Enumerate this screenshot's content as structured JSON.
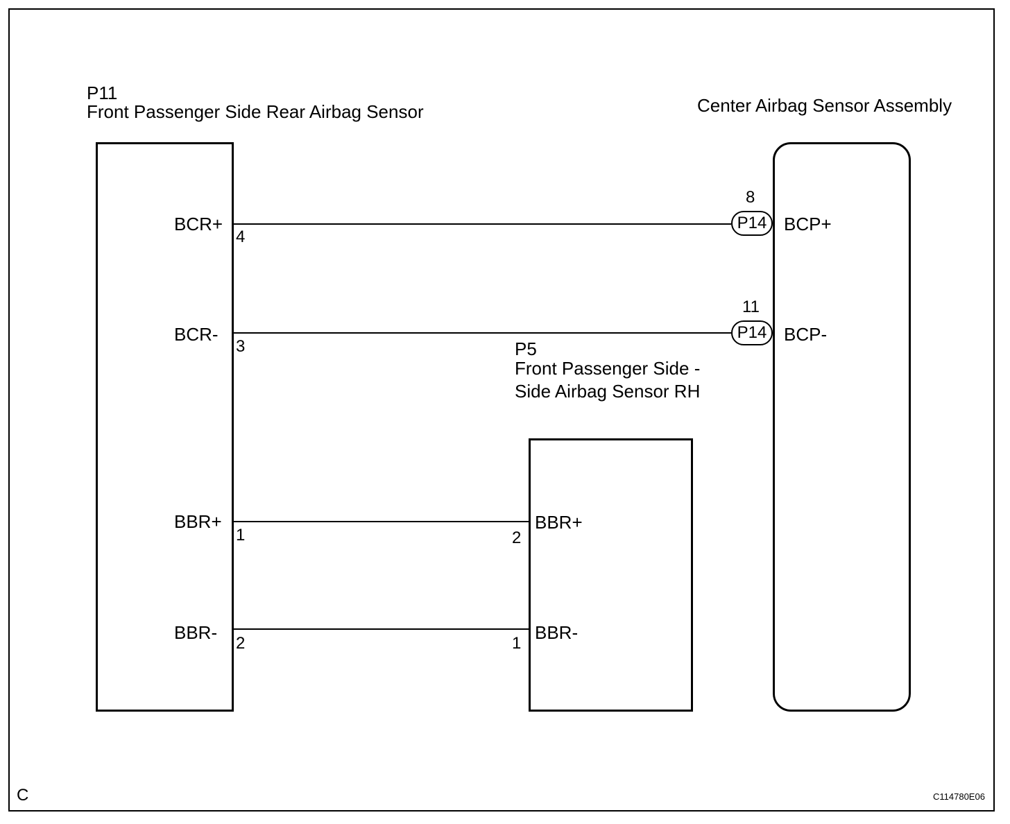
{
  "components": {
    "left": {
      "code": "P11",
      "name": "Front Passenger Side Rear Airbag Sensor"
    },
    "right": {
      "name": "Center Airbag Sensor Assembly"
    },
    "middle": {
      "code": "P5",
      "name_line1": "Front Passenger Side -",
      "name_line2": "Side Airbag Sensor RH"
    }
  },
  "left_terminals": [
    {
      "name": "BCR+",
      "pin": "4"
    },
    {
      "name": "BCR-",
      "pin": "3"
    },
    {
      "name": "BBR+",
      "pin": "1"
    },
    {
      "name": "BBR-",
      "pin": "2"
    }
  ],
  "right_terminals": [
    {
      "name": "BCP+",
      "connector": "P14",
      "pin": "8"
    },
    {
      "name": "BCP-",
      "connector": "P14",
      "pin": "11"
    }
  ],
  "middle_terminals": [
    {
      "name": "BBR+",
      "pin": "2"
    },
    {
      "name": "BBR-",
      "pin": "1"
    }
  ],
  "footer": {
    "corner_letter": "C",
    "figure_id": "C114780E06"
  }
}
